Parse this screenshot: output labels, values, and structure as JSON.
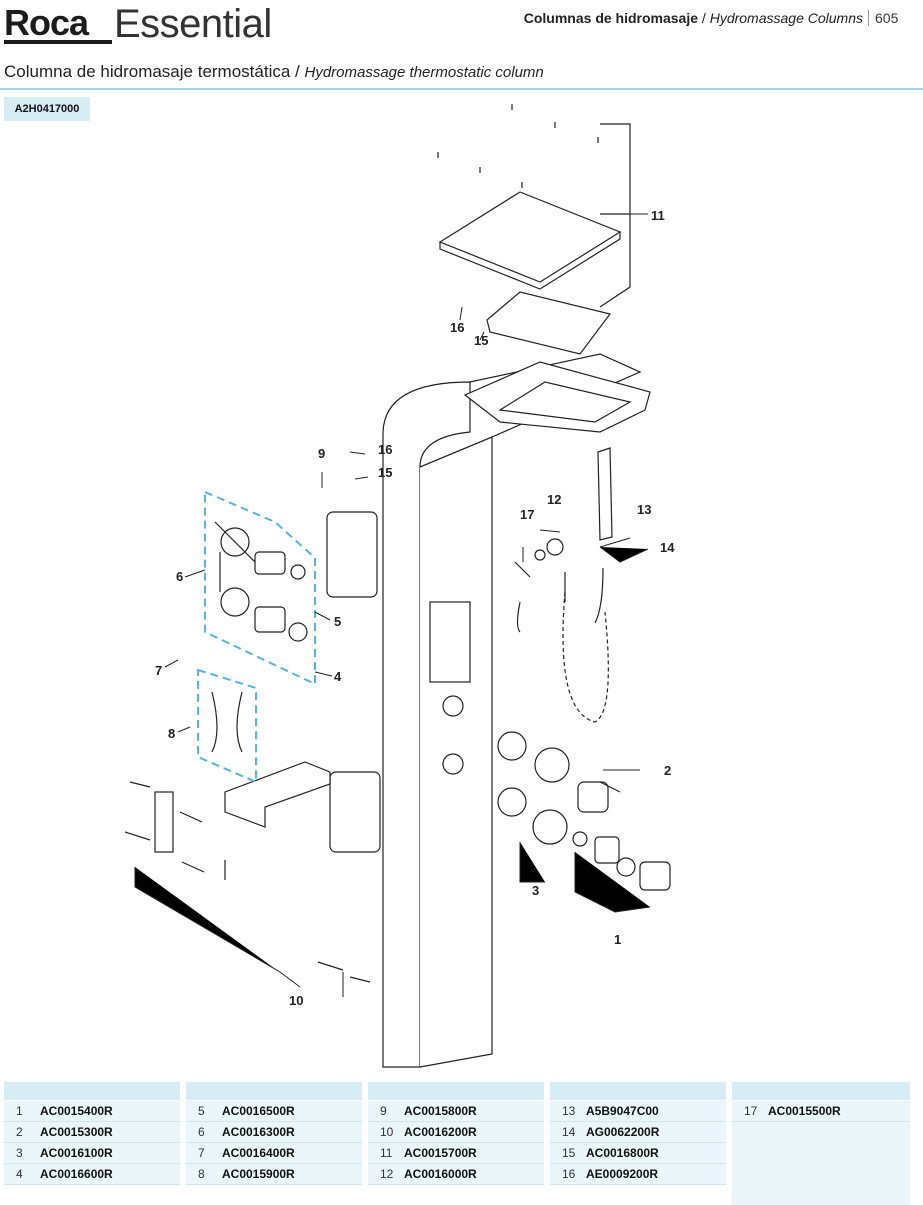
{
  "header": {
    "brand_bold": "Roca",
    "brand_light": "Essential",
    "section_es": "Columnas de hidromasaje",
    "section_sep": " / ",
    "section_en": "Hydromassage Columns",
    "page_number": "605",
    "subtitle_es": "Columna de hidromasaje termostática",
    "subtitle_sep": " / ",
    "subtitle_en": "Hydromassage thermostatic column"
  },
  "product_code": "A2H0417000",
  "diagram": {
    "callouts": [
      "1",
      "2",
      "3",
      "4",
      "5",
      "6",
      "7",
      "8",
      "9",
      "10",
      "11",
      "12",
      "13",
      "14",
      "15",
      "16",
      "17"
    ]
  },
  "parts": [
    [
      {
        "num": "1",
        "code": "AC0015400R"
      },
      {
        "num": "2",
        "code": "AC0015300R"
      },
      {
        "num": "3",
        "code": "AC0016100R"
      },
      {
        "num": "4",
        "code": "AC0016600R"
      }
    ],
    [
      {
        "num": "5",
        "code": "AC0016500R"
      },
      {
        "num": "6",
        "code": "AC0016300R"
      },
      {
        "num": "7",
        "code": "AC0016400R"
      },
      {
        "num": "8",
        "code": "AC0015900R"
      }
    ],
    [
      {
        "num": "9",
        "code": "AC0015800R"
      },
      {
        "num": "10",
        "code": "AC0016200R"
      },
      {
        "num": "11",
        "code": "AC0015700R"
      },
      {
        "num": "12",
        "code": "AC0016000R"
      }
    ],
    [
      {
        "num": "13",
        "code": "A5B9047C00"
      },
      {
        "num": "14",
        "code": "AG0062200R"
      },
      {
        "num": "15",
        "code": "AC0016800R"
      },
      {
        "num": "16",
        "code": "AE0009200R"
      }
    ],
    [
      {
        "num": "17",
        "code": "AC0015500R"
      }
    ]
  ],
  "colors": {
    "accent": "#9fd3e6",
    "table_bg": "#eaf6fa",
    "dash": "#5ab4d6"
  }
}
